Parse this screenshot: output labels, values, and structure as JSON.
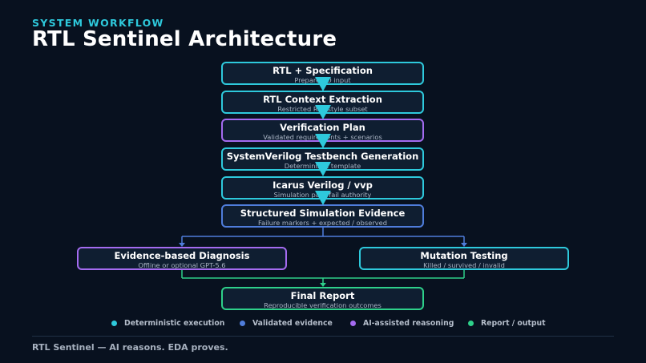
{
  "header": {
    "eyebrow": "SYSTEM WORKFLOW",
    "title": "RTL Sentinel Architecture"
  },
  "nodes": {
    "rtl_spec": {
      "title": "RTL + Specification",
      "subtitle": "Prepare I/O input"
    },
    "context": {
      "title": "RTL Context Extraction",
      "subtitle": "Restricted RTL-style subset"
    },
    "plan": {
      "title": "Verification Plan",
      "subtitle": "Validated requirements + scenarios"
    },
    "testbench": {
      "title": "SystemVerilog Testbench Generation",
      "subtitle": "Deterministic template"
    },
    "icarus": {
      "title": "Icarus Verilog / vvp",
      "subtitle": "Simulation pass/fail authority"
    },
    "evidence": {
      "title": "Structured Simulation Evidence",
      "subtitle": "Failure markers + expected / observed"
    },
    "diagnosis": {
      "title": "Evidence-based Diagnosis",
      "subtitle": "Offline or optional GPT-5.6"
    },
    "mutation": {
      "title": "Mutation Testing",
      "subtitle": "Killed / survived / invalid"
    },
    "report": {
      "title": "Final Report",
      "subtitle": "Reproducible verification outcomes"
    }
  },
  "legend": [
    {
      "label": "Deterministic execution",
      "color": "#2ec9dc"
    },
    {
      "label": "Validated evidence",
      "color": "#4f7ddb"
    },
    {
      "label": "AI-assisted reasoning",
      "color": "#a46bf0"
    },
    {
      "label": "Report / output",
      "color": "#2ed08a"
    }
  ],
  "colors": {
    "deterministic": "#2ec9dc",
    "evidence": "#4f7ddb",
    "ai": "#a46bf0",
    "output": "#2ed08a"
  },
  "footer": {
    "tagline": "RTL Sentinel — AI reasons. EDA proves."
  }
}
